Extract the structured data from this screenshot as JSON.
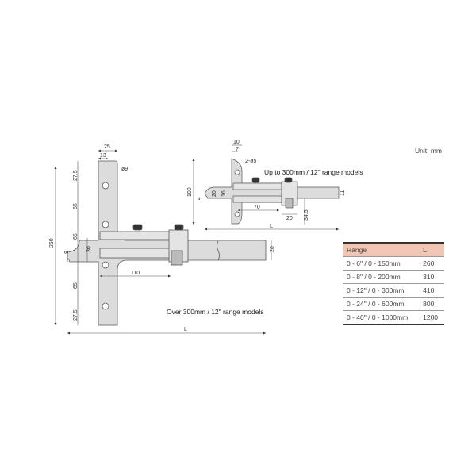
{
  "unit_label": "Unit: mm",
  "captions": {
    "small_model": "Up to 300mm / 12\" range models",
    "large_model": "Over 300mm / 12\" range models"
  },
  "large_dims": {
    "width": "25",
    "hole_offset": "13",
    "hole_dia": "ø9",
    "height": "250",
    "base_step": "8",
    "top_gap": "27.5",
    "gap1": "65",
    "gap2": "65",
    "gap3": "65",
    "bottom_gap": "27.5",
    "slot": "30",
    "body_length": "110",
    "beam_width": "20",
    "length": "L"
  },
  "small_dims": {
    "width": "10",
    "hole_offset": "7",
    "hole_dia": "2-ø5",
    "height": "100",
    "tip": "4",
    "h20": "20",
    "h16": "16",
    "body_length": "70",
    "block": "20",
    "block_offset": "34.5",
    "beam_width": "11",
    "length": "L"
  },
  "table": {
    "headers": [
      "Range",
      "L"
    ],
    "rows": [
      [
        "0 - 6\" / 0 - 150mm",
        "260"
      ],
      [
        "0 - 8\" / 0 - 200mm",
        "310"
      ],
      [
        "0 - 12\" / 0 - 300mm",
        "410"
      ],
      [
        "0 - 24\" / 0 - 600mm",
        "800"
      ],
      [
        "0 - 40\" / 0 - 1000mm",
        "1200"
      ]
    ],
    "header_color": "#f2c6b4"
  }
}
